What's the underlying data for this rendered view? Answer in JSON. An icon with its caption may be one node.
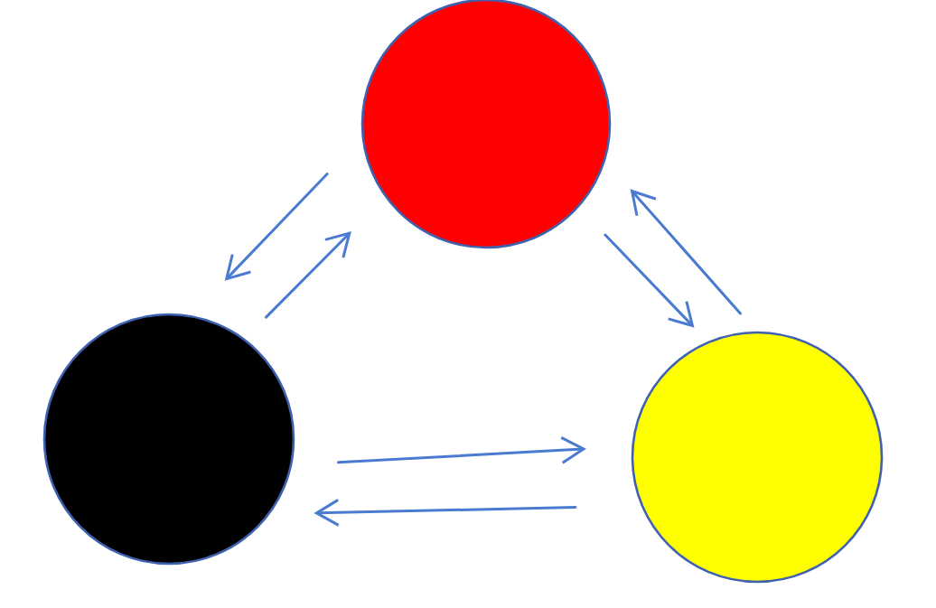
{
  "diagram": {
    "nodes": [
      {
        "text": [],
        "shape": "circle"
      },
      {
        "text": [],
        "shape": "circle"
      },
      {
        "text": [],
        "shape": "circle"
      }
    ],
    "edges": [
      {
        "from": 1,
        "to": 0,
        "arrow": "to"
      },
      {
        "from": 0,
        "to": 1,
        "arrow": "to"
      },
      {
        "from": 1,
        "to": 2,
        "arrow": "to"
      },
      {
        "from": 2,
        "to": 1,
        "arrow": "to"
      },
      {
        "from": 0,
        "to": 2,
        "arrow": "to"
      },
      {
        "from": 2,
        "to": 0,
        "arrow": "to"
      }
    ]
  }
}
